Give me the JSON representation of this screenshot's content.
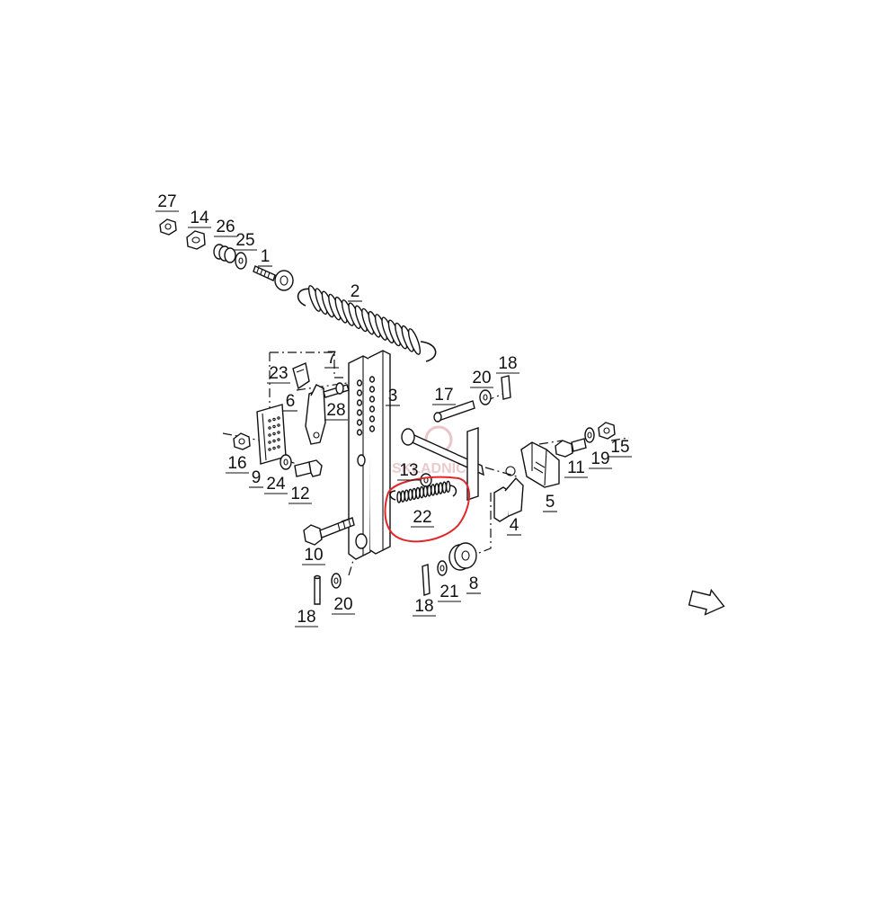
{
  "callouts": [
    "27",
    "14",
    "26",
    "25",
    "1",
    "2",
    "7",
    "23",
    "6",
    "28",
    "3",
    "17",
    "20",
    "18",
    "9",
    "16",
    "24",
    "12",
    "13",
    "22",
    "11",
    "19",
    "15",
    "5",
    "4",
    "10",
    "8",
    "21",
    "18",
    "20",
    "18"
  ],
  "watermark": "SKLADNICA",
  "colors": {
    "ink": "#111111",
    "highlight": "#e0282a",
    "watermark": "#d9a0a0",
    "background": "#ffffff"
  },
  "icons": [
    "direction-arrow-icon"
  ]
}
